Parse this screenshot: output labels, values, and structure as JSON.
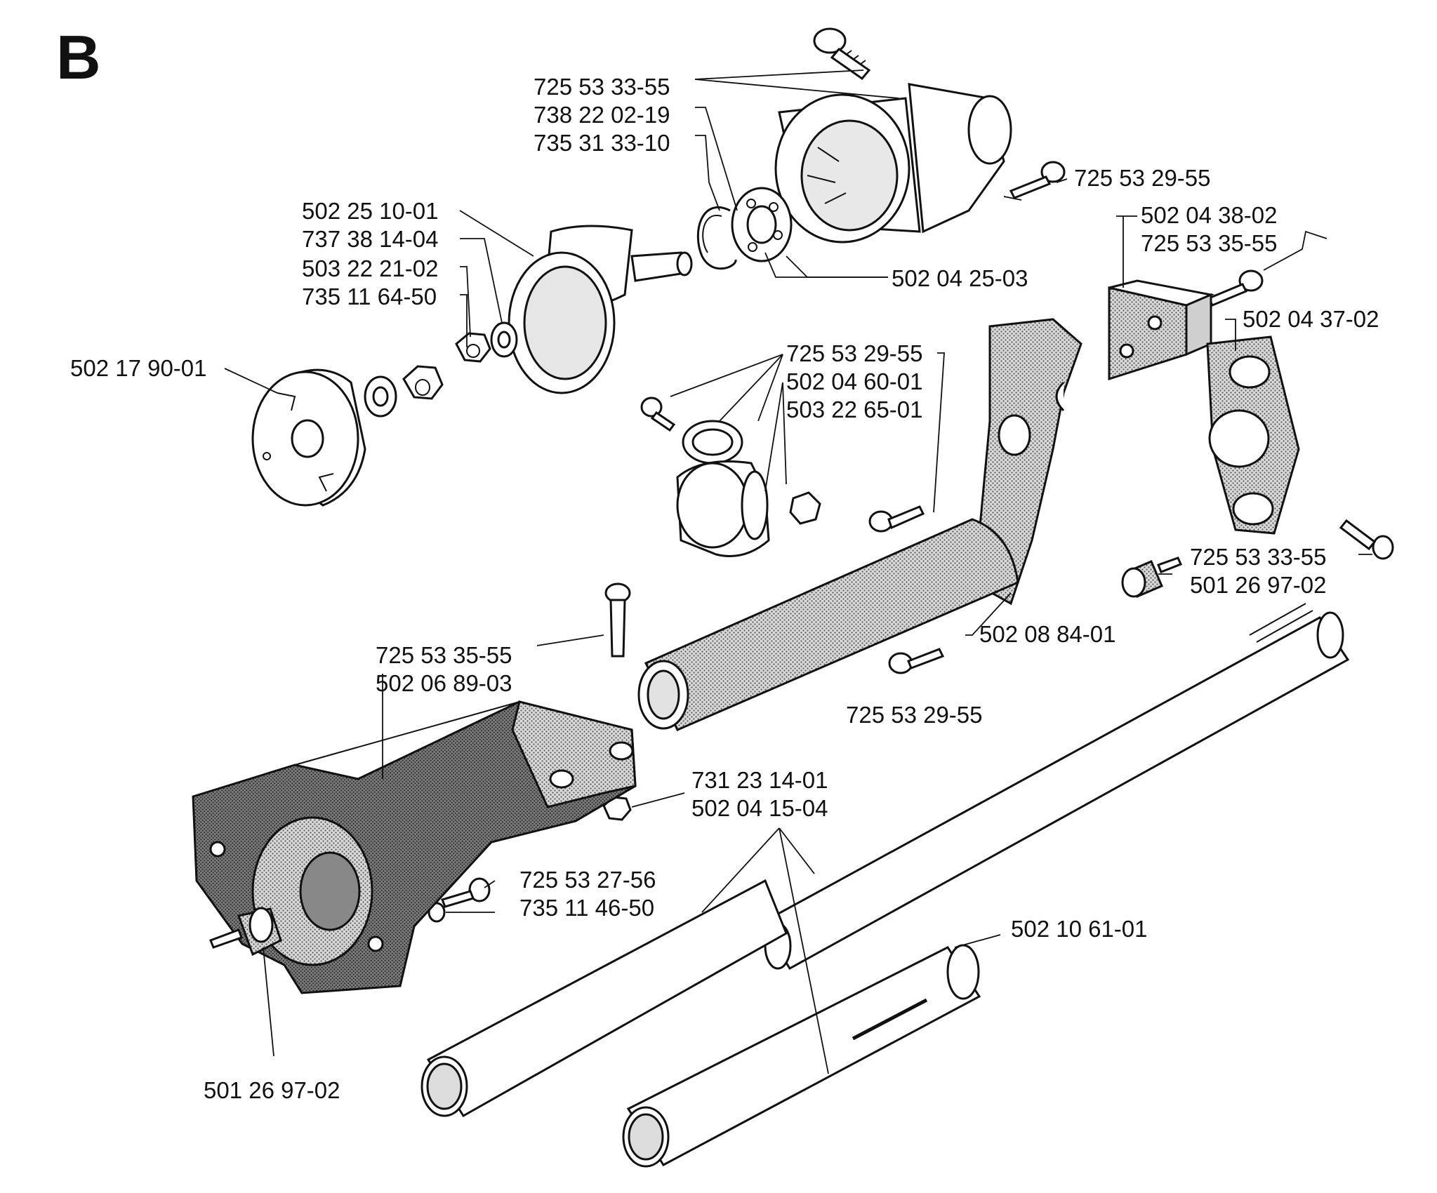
{
  "section_letter": "B",
  "part_numbers": {
    "p1": "725 53 33-55",
    "p2": "738 22 02-19",
    "p3": "735 31 33-10",
    "p4": "725 53 29-55",
    "p5": "502 25 10-01",
    "p6": "737 38 14-04",
    "p7": "503 22 21-02",
    "p8": "735 11 64-50",
    "p9": "502 17 90-01",
    "p10": "502 04 25-03",
    "p11": "502 04 38-02",
    "p12": "725 53 35-55",
    "p13": "502 04 37-02",
    "p14": "725 53 29-55",
    "p15": "502 04 60-01",
    "p16": "503 22 65-01",
    "p17": "725 53 33-55",
    "p18": "501 26 97-02",
    "p19": "502 08 84-01",
    "p20": "725 53 35-55",
    "p21": "502 06 89-03",
    "p22": "725 53 29-55",
    "p23": "731 23 14-01",
    "p24": "502 04 15-04",
    "p25": "725 53 27-56",
    "p26": "735 11 46-50",
    "p27": "502 10 61-01",
    "p28": "501 26 97-02"
  }
}
